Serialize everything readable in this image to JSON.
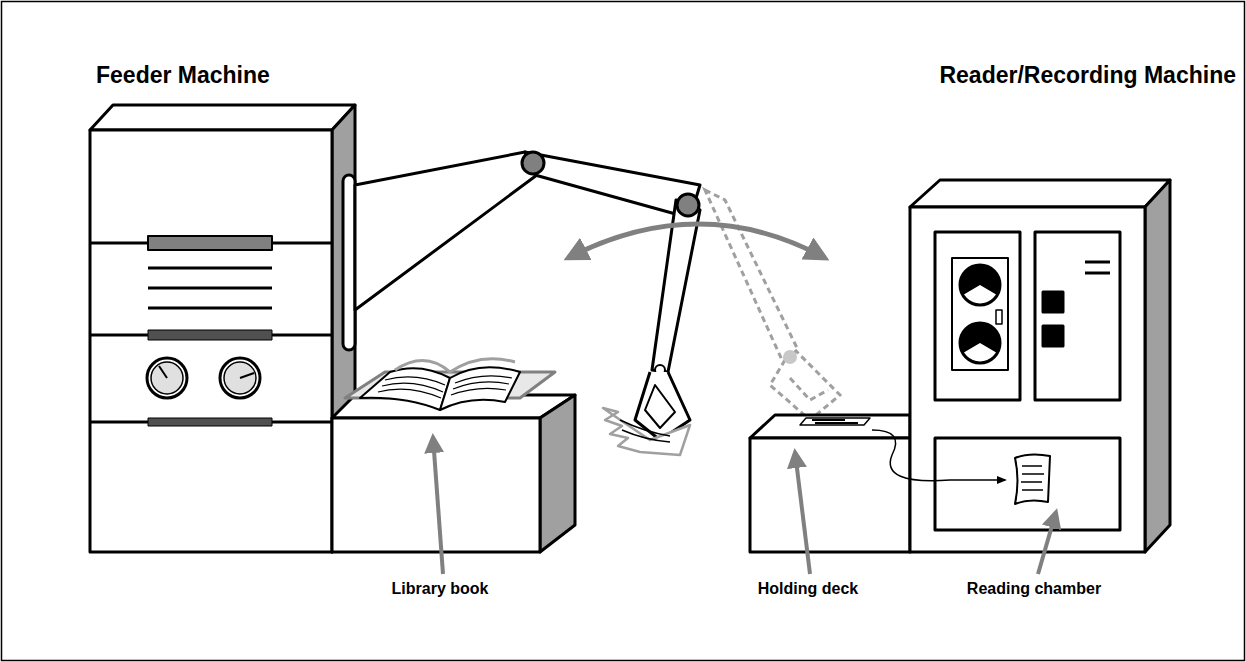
{
  "diagram": {
    "nodes": [
      {
        "text": [
          "Feeder Machine"
        ]
      },
      {
        "text": [
          "Reader/Recording Machine"
        ]
      }
    ],
    "labels": [
      "Library book",
      "Holding deck",
      "Reading chamber"
    ]
  }
}
